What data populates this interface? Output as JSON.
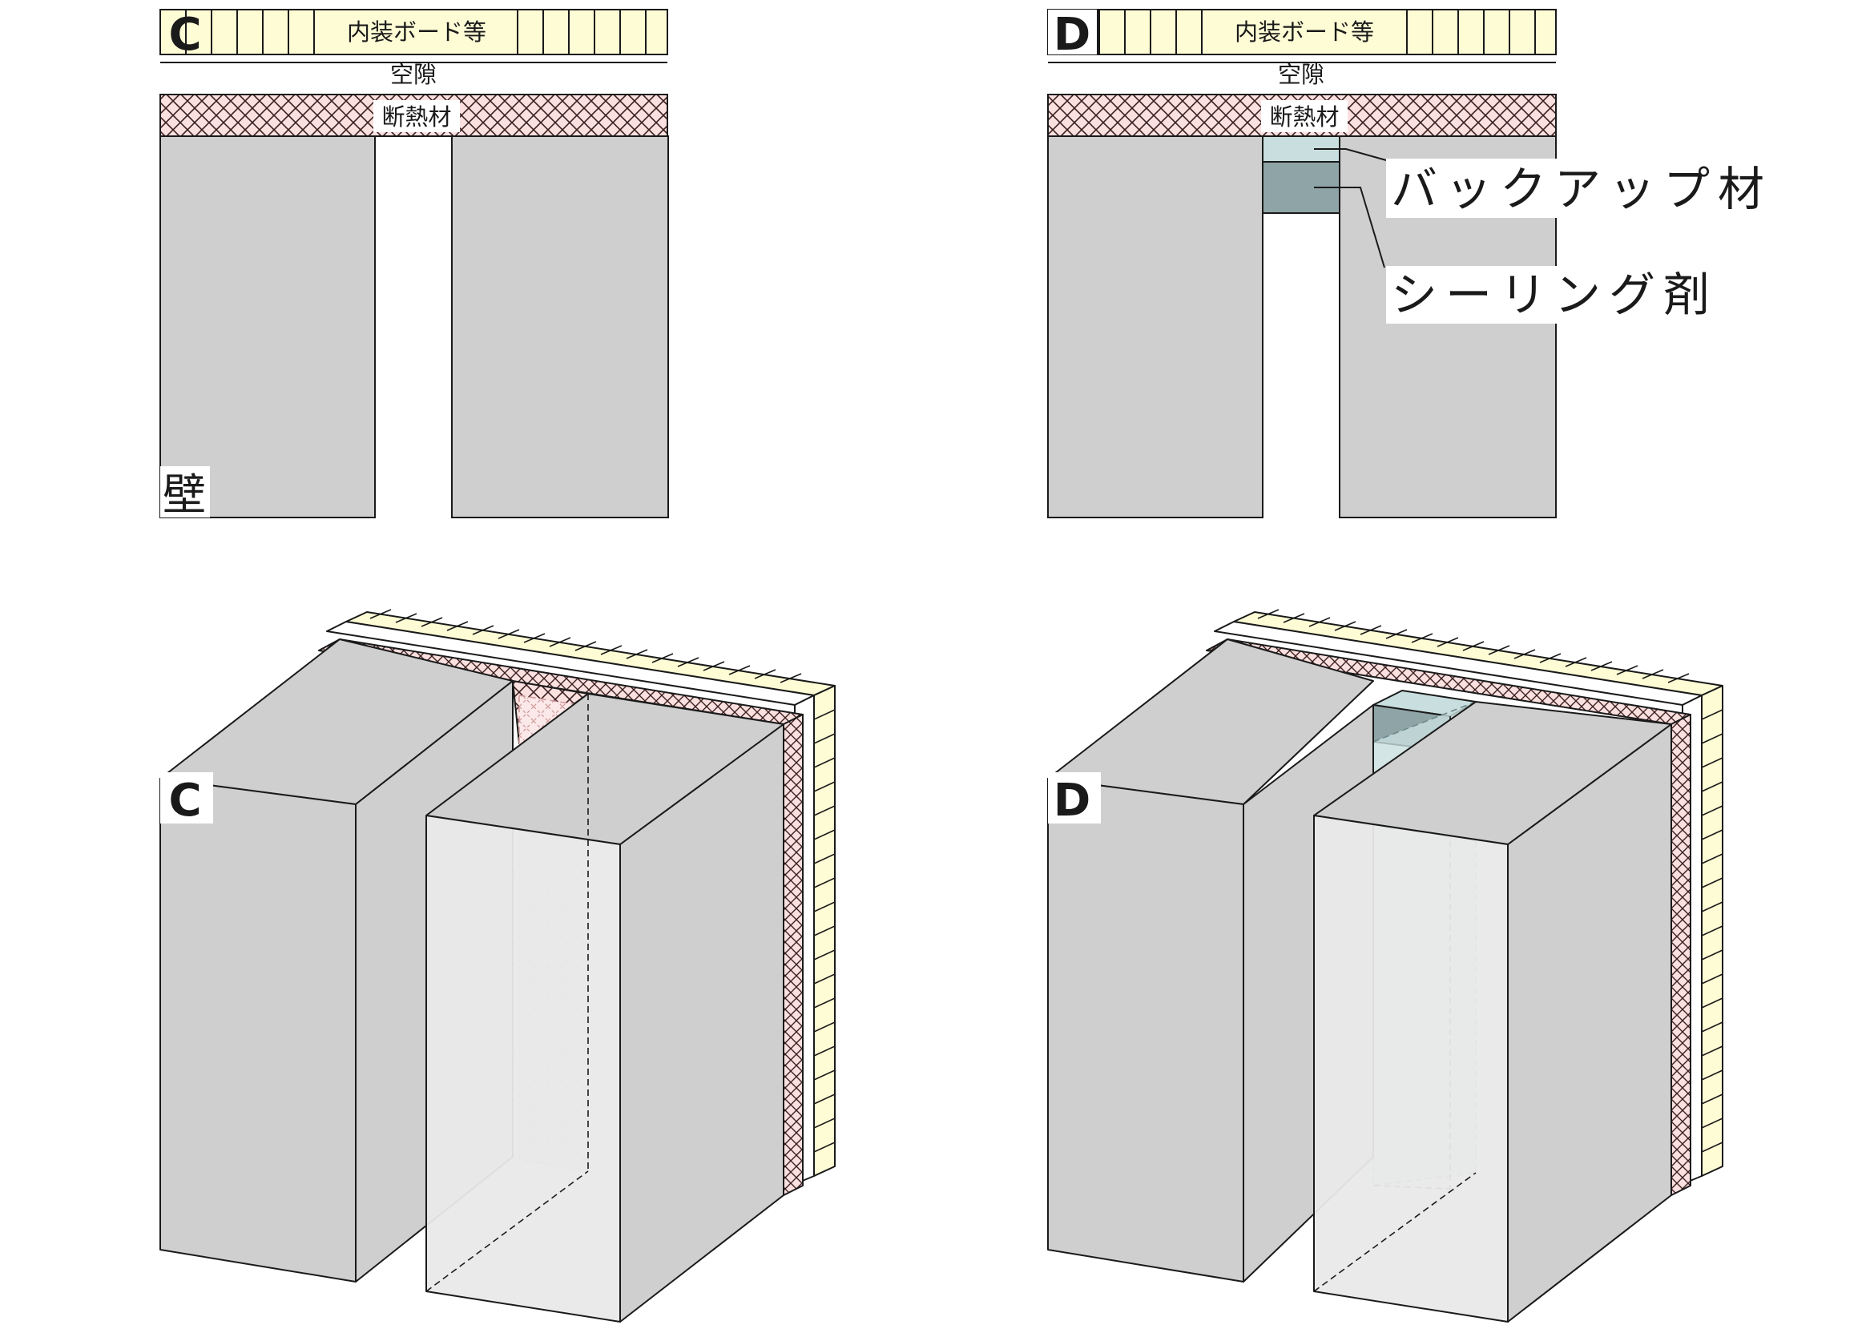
{
  "top_c": {
    "panel_label": "C",
    "board_label": "内装ボード等",
    "gap_label": "空隙",
    "insulation_label": "断熱材",
    "wall_label": "壁"
  },
  "top_d": {
    "panel_label": "D",
    "board_label": "内装ボード等",
    "gap_label": "空隙",
    "insulation_label": "断熱材",
    "backup_label": "バックアップ材",
    "sealant_label": "シーリング剤"
  },
  "iso_c": {
    "panel_label": "C"
  },
  "iso_d": {
    "panel_label": "D"
  },
  "colors": {
    "concrete": "#cfcfcf",
    "board": "#fdfcd5",
    "insulation": "#fbe0e0",
    "backup": "#c9dede",
    "sealant": "#8fa4a7",
    "line": "#1a1a1a"
  }
}
